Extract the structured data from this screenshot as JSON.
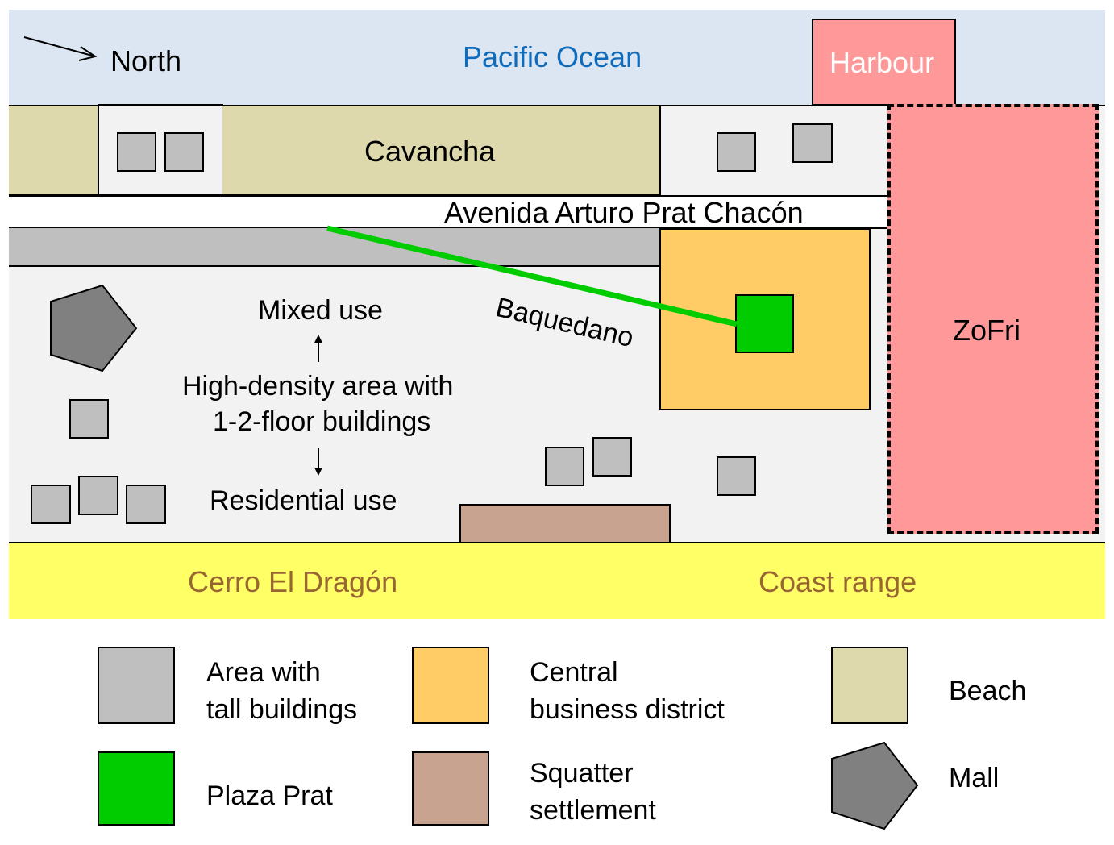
{
  "colors": {
    "ocean": "#dce6f2",
    "ocean_text": "#0f6cbd",
    "beach": "#ddd9ad",
    "urban": "#f2f2f2",
    "tall_buildings": "#bfbfbf",
    "cbd": "#ffcc66",
    "plaza": "#00cc00",
    "zofri": "#ff9999",
    "squatter": "#c8a490",
    "mall": "#808080",
    "hills": "#ffff66",
    "hills_text": "#996633",
    "harbour_text": "#ffffff"
  },
  "map": {
    "north_label": "North",
    "ocean_label": "Pacific Ocean",
    "harbour_label": "Harbour",
    "beach_label": "Cavancha",
    "avenue_label": "Avenida Arturo Prat Chacón",
    "street_label": "Baquedano",
    "zofri_label": "ZoFri",
    "center_text": {
      "top": "Mixed use",
      "middle_line1": "High-density area with",
      "middle_line2": "1-2-floor buildings",
      "bottom": "Residential use"
    },
    "hills_left_label": "Cerro El Dragón",
    "hills_right_label": "Coast range"
  },
  "legend": [
    {
      "key": "tall",
      "label": "Area with\ntall buildings",
      "icon": "gray-square"
    },
    {
      "key": "cbd",
      "label": "Central\nbusiness district",
      "icon": "orange-square"
    },
    {
      "key": "beach",
      "label": "Beach",
      "icon": "beige-square"
    },
    {
      "key": "plaza",
      "label": "Plaza Prat",
      "icon": "green-square"
    },
    {
      "key": "squatter",
      "label": "Squatter\nsettlement",
      "icon": "brown-square"
    },
    {
      "key": "mall",
      "label": "Mall",
      "icon": "pentagon"
    }
  ]
}
